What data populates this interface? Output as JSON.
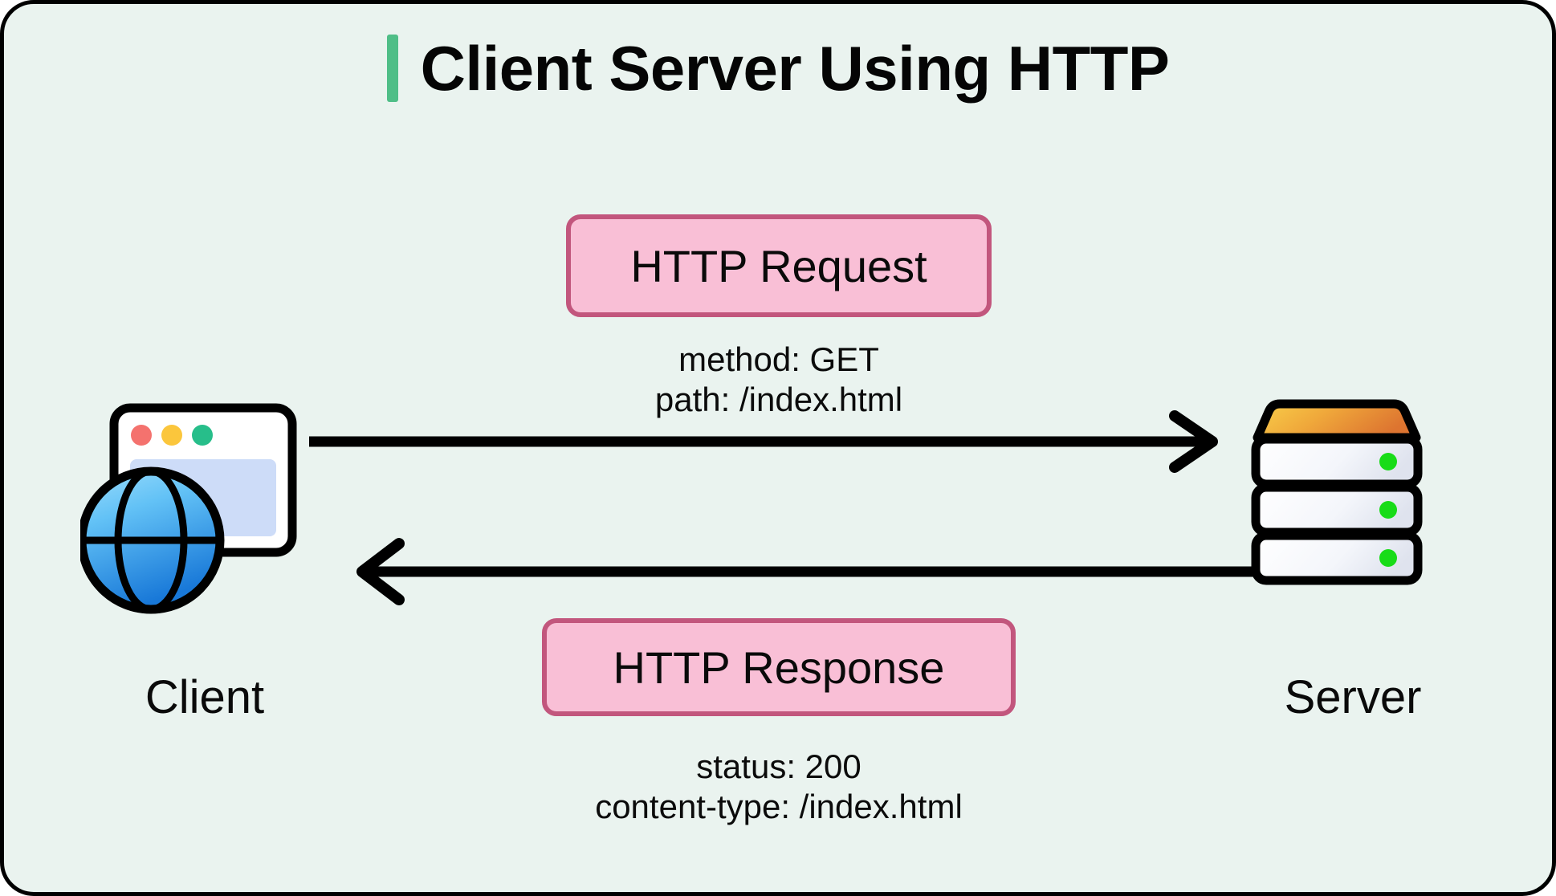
{
  "diagram": {
    "title": "Client Server Using HTTP",
    "accent_color": "#4fbe87",
    "background_color": "#eaf3ef",
    "border_color": "#000000",
    "endpoints": {
      "client": {
        "label": "Client",
        "icon": "browser-window-globe-icon",
        "window_dots": [
          "#f4726e",
          "#fbc63c",
          "#27be8a"
        ],
        "globe_color_top": "#7fd0f7",
        "globe_color_bottom": "#1878d8",
        "screen_color": "#cddcf8"
      },
      "server": {
        "label": "Server",
        "icon": "server-rack-icon",
        "top_gradient_start": "#f5c13c",
        "top_gradient_end": "#e07b32",
        "led_color": "#18dc18",
        "tier_count": 3
      }
    },
    "messages": [
      {
        "name": "http-request",
        "label": "HTTP Request",
        "direction": "client-to-server",
        "box_fill": "#f9bfd6",
        "box_border": "#c2567d",
        "details": [
          "method: GET",
          "path: /index.html"
        ]
      },
      {
        "name": "http-response",
        "label": "HTTP Response",
        "direction": "server-to-client",
        "box_fill": "#f9bfd6",
        "box_border": "#c2567d",
        "details": [
          "status: 200",
          "content-type: /index.html"
        ]
      }
    ]
  }
}
